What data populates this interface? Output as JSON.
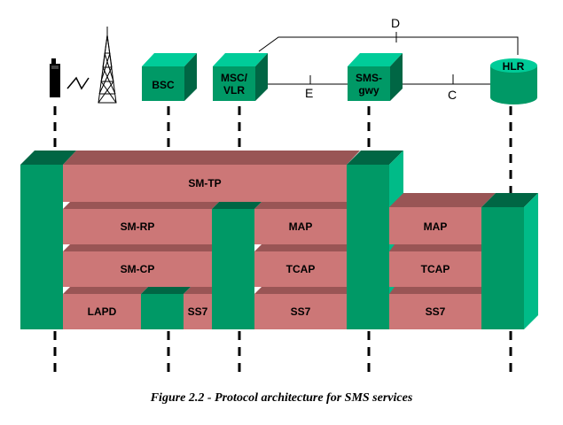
{
  "nodes": {
    "bsc": "BSC",
    "msc_line1": "MSC/",
    "msc_line2": "VLR",
    "sms_line1": "SMS-",
    "sms_line2": "gwy",
    "hlr": "HLR"
  },
  "interfaces": {
    "d": "D",
    "e": "E",
    "c": "C"
  },
  "layers": {
    "sm_tp": "SM-TP",
    "sm_rp": "SM-RP",
    "sm_cp": "SM-CP",
    "lapd": "LAPD",
    "ss7_short": "SS7",
    "map_msc": "MAP",
    "tcap_msc": "TCAP",
    "ss7_msc": "SS7",
    "map_hlr": "MAP",
    "tcap_hlr": "TCAP",
    "ss7_hlr": "SS7"
  },
  "caption": "Figure 2.2 - Protocol architecture for SMS services",
  "colors": {
    "green_front": "#009966",
    "green_side": "#006644",
    "green_top": "#00cc99",
    "pink_front": "#cc7777",
    "pink_top": "#995555",
    "line": "#000000"
  }
}
